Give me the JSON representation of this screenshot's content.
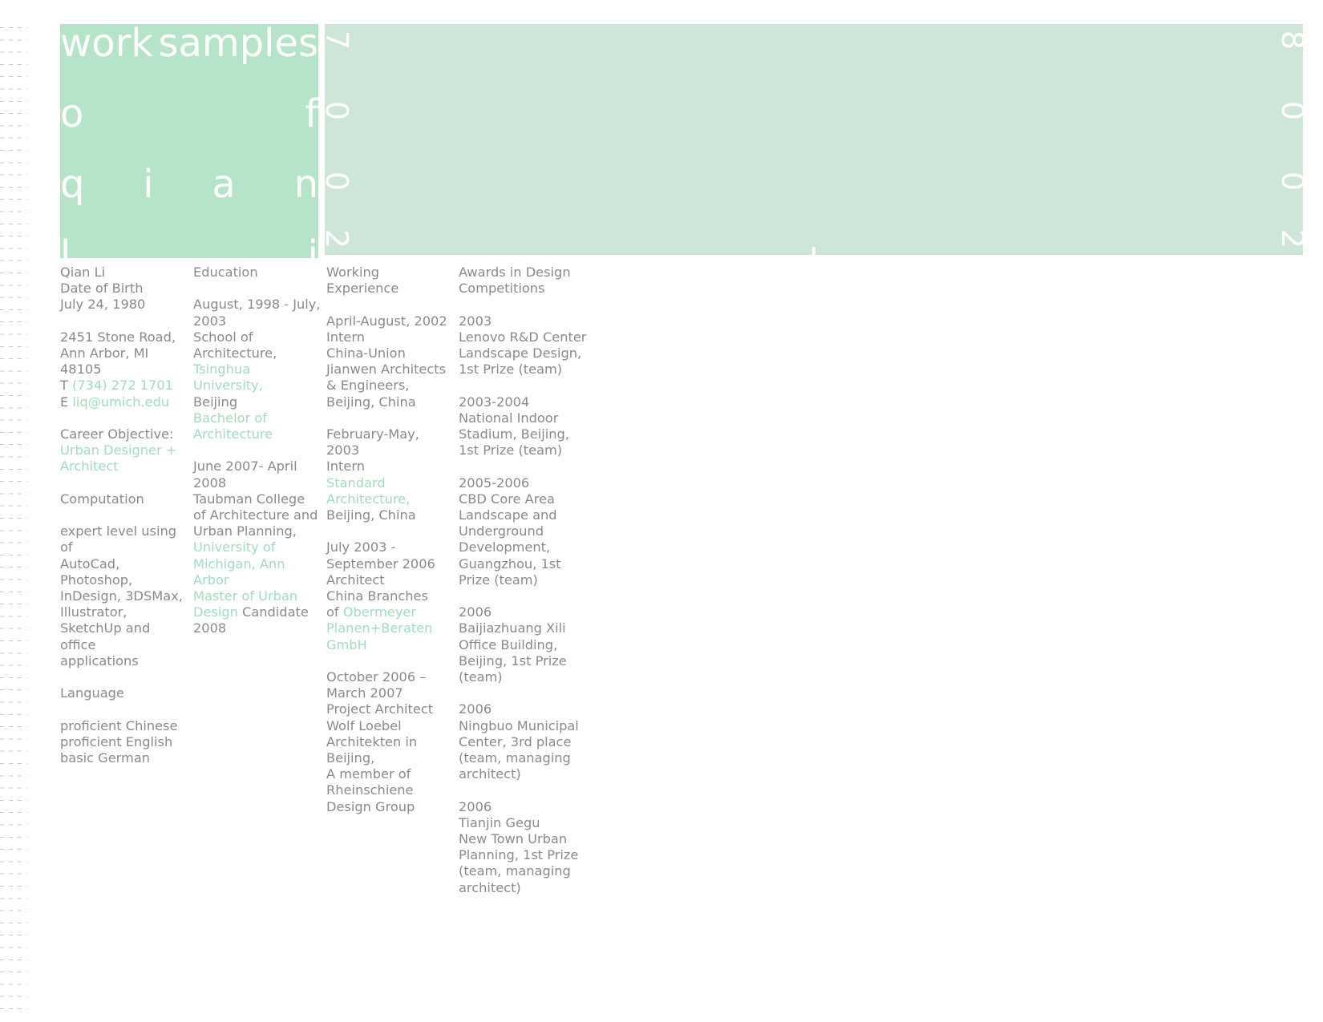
{
  "title_block": {
    "lines": [
      [
        "work",
        "samples"
      ],
      [
        "o",
        "f"
      ],
      [
        "q",
        "i",
        "a",
        "n"
      ],
      [
        "l",
        "i"
      ]
    ]
  },
  "year_band": {
    "left_digits": [
      "7",
      "0",
      "0",
      "2"
    ],
    "right_digits": [
      "8",
      "0",
      "0",
      "2"
    ]
  },
  "personal": {
    "name": "Qian Li",
    "dob_label": "Date of Birth",
    "dob": "July 24, 1980",
    "address": [
      "2451 Stone Road,",
      "Ann Arbor, MI",
      "48105"
    ],
    "phone_prefix": "T",
    "phone": "(734) 272 1701",
    "email_prefix": "E",
    "email": "liq@umich.edu",
    "objective_label": "Career Objective:",
    "objective": [
      "Urban Designer +",
      "Architect"
    ],
    "computation_label": "Computation",
    "computation": [
      "expert level using of",
      "AutoCad,",
      "Photoshop,",
      "InDesign, 3DSMax,",
      "Illustrator,",
      "SketchUp and office",
      "applications"
    ],
    "language_label": "Language",
    "languages": [
      "proficient Chinese",
      "proficient English",
      "basic German"
    ]
  },
  "education": {
    "heading": "Education",
    "e1_dates": [
      "August, 1998 - July,",
      "2003"
    ],
    "e1_school": [
      "School of",
      "Architecture,"
    ],
    "e1_univ": "Tsinghua University,",
    "e1_city": "Beijing",
    "e1_degree": [
      "Bachelor of",
      "Architecture"
    ],
    "e2_dates": [
      "June 2007- April",
      "2008"
    ],
    "e2_school": [
      "Taubman College",
      "of Architecture and",
      "Urban Planning,"
    ],
    "e2_univ": [
      "University of",
      "Michigan, Ann Arbor"
    ],
    "e2_degree_a": "Master of Urban",
    "e2_degree_b": "Design",
    "e2_status": "Candidate",
    "e2_year": "2008"
  },
  "work": {
    "heading": "Working Experience",
    "w1": [
      "April-August, 2002",
      "Intern",
      "China-Union",
      "Jianwen Architects",
      "& Engineers,",
      "Beijing, China"
    ],
    "w2_dates": "February-May, 2003",
    "w2_role": "Intern",
    "w2_firm": [
      "Standard",
      "Architecture,"
    ],
    "w2_city": "Beijing, China",
    "w3": [
      "July 2003 -",
      "September 2006",
      "Architect",
      "China Branches"
    ],
    "w3_of": "of",
    "w3_firm_a": "Obermeyer",
    "w3_firm_b": [
      "Planen+Beraten",
      "GmbH"
    ],
    "w4": [
      "October 2006 –",
      "March 2007",
      "Project Architect",
      "Wolf Loebel",
      "Architekten in",
      "Beijing,",
      "A member of",
      "Rheinschiene",
      "Design Group"
    ]
  },
  "awards": {
    "heading": [
      "Awards in Design",
      "Competitions"
    ],
    "items": [
      [
        "2003",
        "Lenovo R&D Center",
        "Landscape Design,",
        "1st Prize (team)"
      ],
      [
        "2003-2004",
        "National Indoor",
        "Stadium, Beijing,",
        "1st Prize (team)"
      ],
      [
        "2005-2006",
        "CBD Core Area",
        "Landscape and",
        "Underground",
        "Development,",
        "Guangzhou, 1st",
        "Prize (team)"
      ],
      [
        "2006",
        "Baijiazhuang Xili",
        "Office Building,",
        "Beijing, 1st Prize",
        "(team)"
      ],
      [
        "2006",
        "Ningbuo Municipal",
        "Center, 3rd place",
        "(team, managing",
        "architect)"
      ],
      [
        "2006",
        "Tianjin Gegu",
        "New Town Urban",
        "Planning, 1st Prize",
        "(team, managing",
        "architect)"
      ]
    ]
  },
  "colors": {
    "accent": "#a3dbbd",
    "text": "#8a8a8a",
    "title_bg": "#b5e4c8",
    "band_bg": "#cde6d7"
  }
}
